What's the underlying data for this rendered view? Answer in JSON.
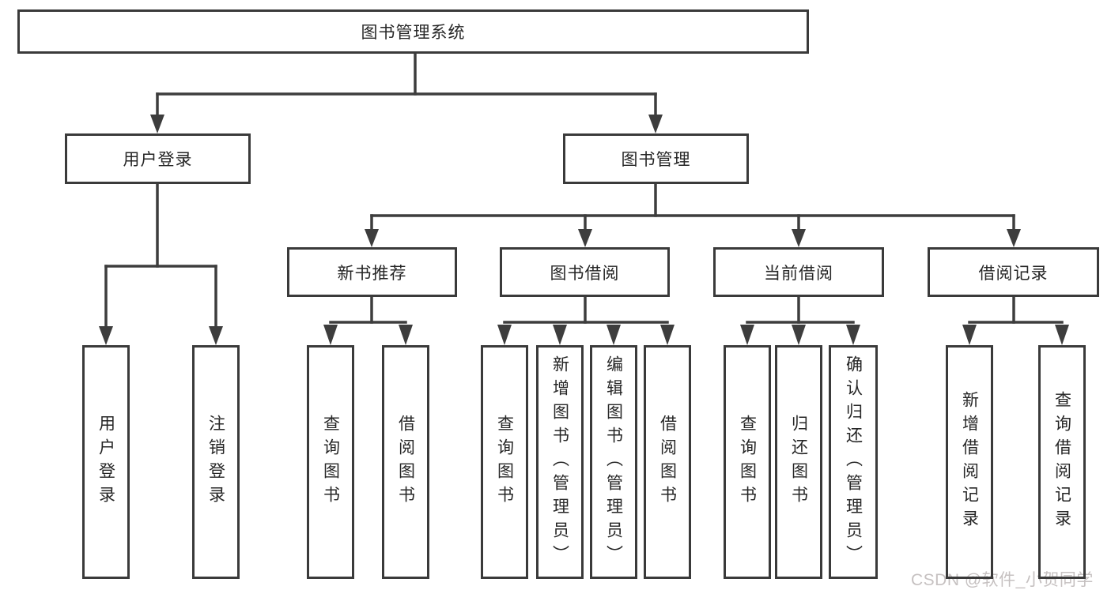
{
  "tree": {
    "label": "图书管理系统",
    "children": [
      {
        "label": "用户登录",
        "children": [
          {
            "label": "用户登录"
          },
          {
            "label": "注销登录"
          }
        ]
      },
      {
        "label": "图书管理",
        "children": [
          {
            "label": "新书推荐",
            "children": [
              {
                "label": "查询图书"
              },
              {
                "label": "借阅图书"
              }
            ]
          },
          {
            "label": "图书借阅",
            "children": [
              {
                "label": "查询图书"
              },
              {
                "label": "新增图书（管理员）"
              },
              {
                "label": "编辑图书（管理员）"
              },
              {
                "label": "借阅图书"
              }
            ]
          },
          {
            "label": "当前借阅",
            "children": [
              {
                "label": "查询图书"
              },
              {
                "label": "归还图书"
              },
              {
                "label": "确认归还（管理员）"
              }
            ]
          },
          {
            "label": "借阅记录",
            "children": [
              {
                "label": "新增借阅记录"
              },
              {
                "label": "查询借阅记录"
              }
            ]
          }
        ]
      }
    ]
  },
  "watermark": {
    "text": "CSDN @软件_小贺同学"
  },
  "colors": {
    "line": "#3d3d3d",
    "border": "#3a3a3a",
    "text": "#262626",
    "watermark_text": "#c6c1c1",
    "background": "#ffffff"
  }
}
